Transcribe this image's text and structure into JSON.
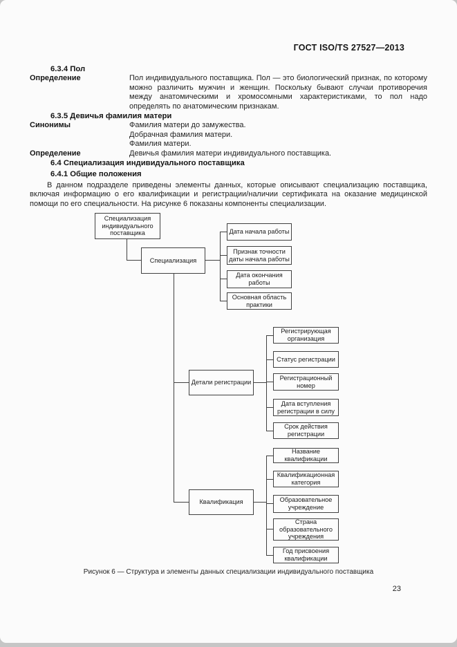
{
  "page": {
    "header": "ГОСТ ISO/TS 27527—2013",
    "page_number": "23"
  },
  "sections": {
    "s634": {
      "heading": "6.3.4  Пол",
      "definition_label": "Определение",
      "definition": "Пол индивидуального поставщика. Пол — это биологический признак, по которому можно различить мужчин и женщин. Поскольку бывают случаи противоречия между анатомическими и хромосомными характеристиками, то пол надо определять по анатомическим признакам."
    },
    "s635": {
      "heading": "6.3.5  Девичья фамилия матери",
      "synonyms_label": "Синонимы",
      "synonyms": [
        "Фамилия матери до замужества.",
        "Добрачная фамилия матери.",
        "Фамилия матери."
      ],
      "definition_label": "Определение",
      "definition": "Девичья фамилия матери индивидуального поставщика."
    },
    "s64": {
      "heading": "6.4  Специализация индивидуального поставщика"
    },
    "s641": {
      "heading": "6.4.1  Общие положения",
      "paragraph": "В данном подразделе приведены элементы данных, которые описывают специализацию поставщика, включая информацию о его квалификации и регистрации/наличии сертификата на оказание медицинской помощи по его специальности. На рисунке 6 показаны компоненты специализации."
    }
  },
  "diagram": {
    "root_label": "Специализация индивидуального поставщика",
    "spec_label": "Специализация",
    "spec_children": [
      "Дата начала работы",
      "Признак точности даты начала работы",
      "Дата окончания работы",
      "Основная область практики"
    ],
    "reg_label": "Детали регистрации",
    "reg_children": [
      "Регистрирующая организация",
      "Статус регистрации",
      "Регистрационный номер",
      "Дата вступления регистрации в силу",
      "Срок действия регистрации"
    ],
    "qual_label": "Квалификация",
    "qual_children": [
      "Название квалификации",
      "Квалификационная категория",
      "Образовательное учреждение",
      "Страна образовательного учреждения",
      "Год присвоения квалификации"
    ]
  },
  "caption": "Рисунок 6 — Структура и элементы данных специализации индивидуального поставщика"
}
